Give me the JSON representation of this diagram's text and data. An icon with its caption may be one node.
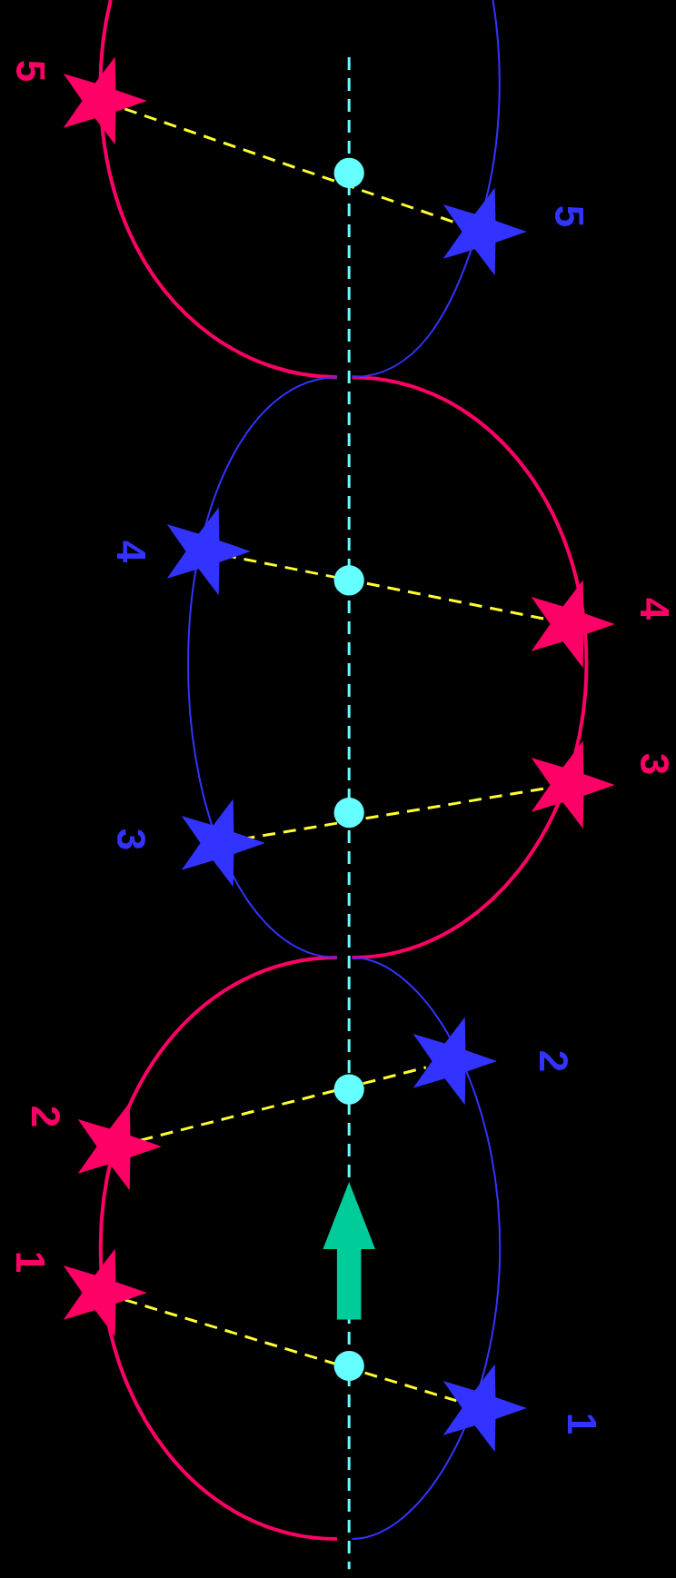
{
  "diagram": {
    "nodes": [
      {
        "text": [],
        "shape": "star",
        "beside": [
          "5"
        ]
      },
      {
        "text": [],
        "shape": "star",
        "beside": [
          "5"
        ]
      },
      {
        "text": [],
        "shape": "star",
        "beside": [
          "4"
        ]
      },
      {
        "text": [],
        "shape": "star",
        "beside": [
          "4"
        ]
      },
      {
        "text": [],
        "shape": "star",
        "beside": [
          "3"
        ]
      },
      {
        "text": [],
        "shape": "star",
        "beside": [
          "3"
        ]
      },
      {
        "text": [],
        "shape": "star",
        "beside": [
          "2"
        ]
      },
      {
        "text": [],
        "shape": "star",
        "beside": [
          "2"
        ]
      },
      {
        "text": [],
        "shape": "star",
        "beside": [
          "1"
        ]
      },
      {
        "text": [],
        "shape": "star",
        "beside": [
          "1"
        ]
      }
    ],
    "edges": [
      {
        "from": 0,
        "to": 1,
        "arrow": "none",
        "style": "dashed"
      },
      {
        "from": 3,
        "to": 2,
        "arrow": "none",
        "style": "dashed"
      },
      {
        "from": 4,
        "to": 5,
        "arrow": "none",
        "style": "dashed"
      },
      {
        "from": 7,
        "to": 6,
        "arrow": "none",
        "style": "dashed"
      },
      {
        "from": 8,
        "to": 9,
        "arrow": "none",
        "style": "dashed"
      }
    ]
  }
}
